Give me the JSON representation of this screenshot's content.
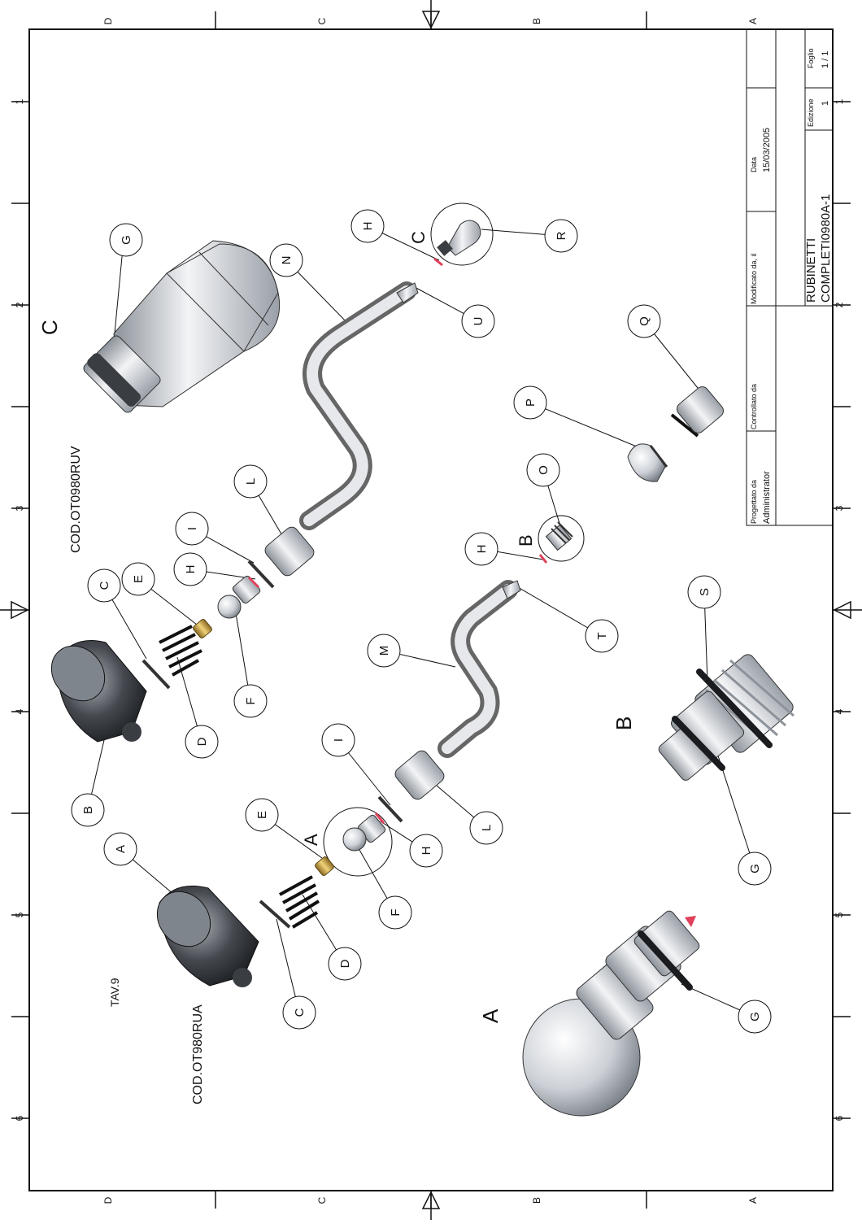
{
  "frame": {
    "left_zones": [
      "D",
      "C",
      "B",
      "A"
    ],
    "right_zones": [
      "D",
      "C",
      "B",
      "A"
    ],
    "top_numbers": [
      "1",
      "2",
      "3",
      "4",
      "5",
      "6"
    ],
    "bottom_numbers": [
      "1",
      "2",
      "3",
      "4",
      "5",
      "6"
    ]
  },
  "title_block": {
    "data_label": "Data",
    "data_value": "15/03/2005",
    "modificato_label": "Modificato da, il",
    "controllato_label": "Controllato da",
    "progettato_label": "Progettato da",
    "progettato_value": "Administrator",
    "edizione_label": "Edizione",
    "edizione_value": "1",
    "foglio_label": "Foglio",
    "foglio_value": "1  /  1",
    "title_line1": "RUBINETTI",
    "title_line2": "COMPLETI0980A-1"
  },
  "labels": {
    "code_ruv": "COD.OT0980RUV",
    "code_rua": "COD.OT980RUA",
    "tav": "TAV.9",
    "view_a": "A",
    "view_b": "B",
    "view_c": "C",
    "detail_a": "A",
    "detail_b": "B",
    "detail_c": "C"
  },
  "callouts": {
    "a": "A",
    "b": "B",
    "c": "C",
    "d": "D",
    "e": "E",
    "f": "F",
    "g": "G",
    "h": "H",
    "i": "I",
    "l": "L",
    "m": "M",
    "n": "N",
    "o": "O",
    "p": "P",
    "q": "Q",
    "r": "R",
    "s": "S",
    "t": "T",
    "u": "U"
  },
  "colors": {
    "frame": "#111111",
    "metal": "#c9cdd3",
    "dark_metal": "#3a3d42",
    "brass": "#c9a24a",
    "seal": "#e0405a"
  }
}
